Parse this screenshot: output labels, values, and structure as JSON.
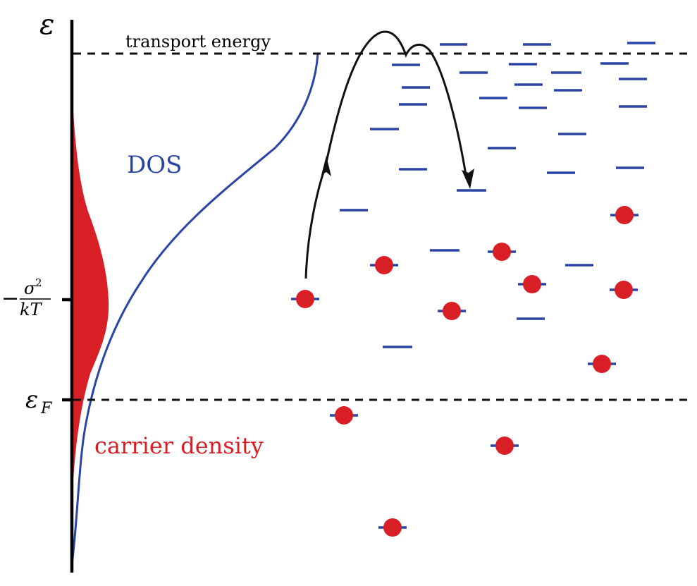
{
  "labels": {
    "energy_axis": "ε",
    "transport_energy": "transport energy",
    "dos": "DOS",
    "carrier_density": "carrier density",
    "fermi_symbol": "ε",
    "fermi_subscript": "F",
    "center_minus": "−",
    "center_numerator_sigma": "σ",
    "center_numerator_exp": "2",
    "center_denominator": "kT"
  },
  "colors": {
    "dos": "#2a45a6",
    "carrier": "#d91f26",
    "electron": "#d91f26",
    "state": "#2a45a6",
    "axis": "#000000"
  }
}
